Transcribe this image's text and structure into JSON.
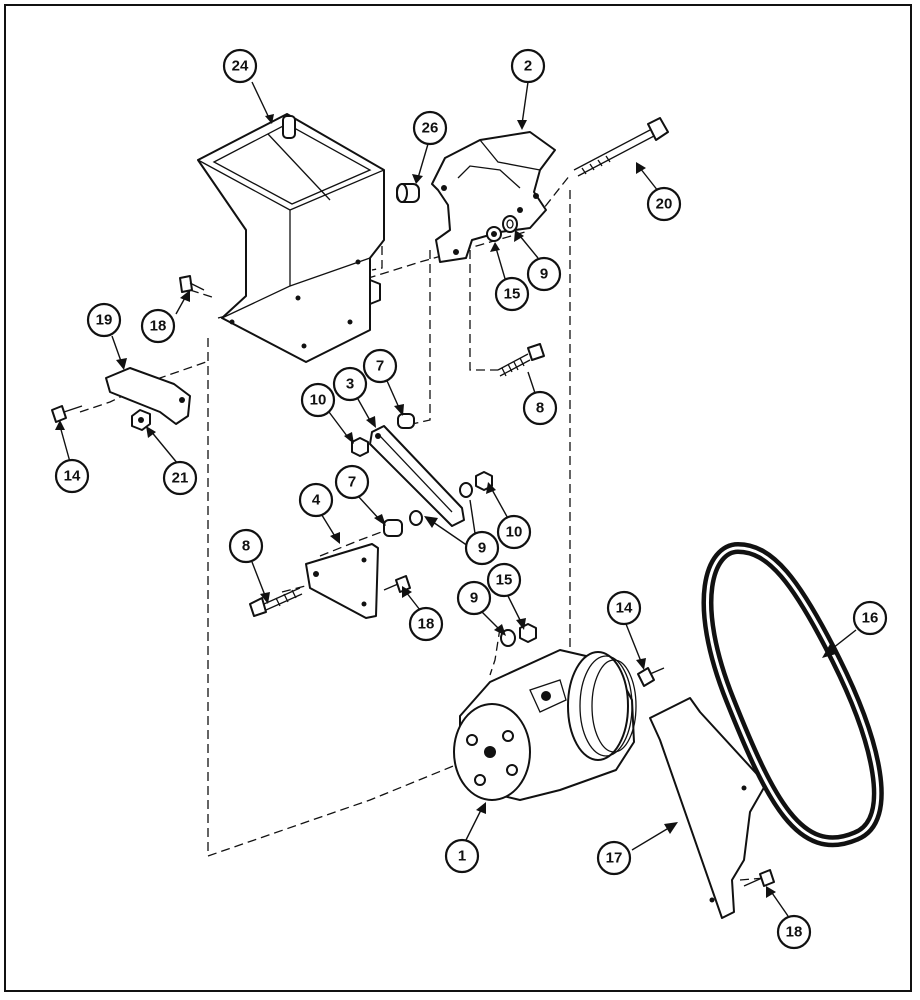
{
  "diagram": {
    "callouts": [
      {
        "id": "c24",
        "label": "24"
      },
      {
        "id": "c2",
        "label": "2"
      },
      {
        "id": "c26",
        "label": "26"
      },
      {
        "id": "c20",
        "label": "20"
      },
      {
        "id": "c15a",
        "label": "15"
      },
      {
        "id": "c9a",
        "label": "9"
      },
      {
        "id": "c18a",
        "label": "18"
      },
      {
        "id": "c19",
        "label": "19"
      },
      {
        "id": "c8a",
        "label": "8"
      },
      {
        "id": "c10a",
        "label": "10"
      },
      {
        "id": "c3",
        "label": "3"
      },
      {
        "id": "c7a",
        "label": "7"
      },
      {
        "id": "c14a",
        "label": "14"
      },
      {
        "id": "c21",
        "label": "21"
      },
      {
        "id": "c7b",
        "label": "7"
      },
      {
        "id": "c4",
        "label": "4"
      },
      {
        "id": "c10b",
        "label": "10"
      },
      {
        "id": "c9b",
        "label": "9"
      },
      {
        "id": "c8b",
        "label": "8"
      },
      {
        "id": "c18b",
        "label": "18"
      },
      {
        "id": "c9c",
        "label": "9"
      },
      {
        "id": "c15b",
        "label": "15"
      },
      {
        "id": "c14b",
        "label": "14"
      },
      {
        "id": "c16",
        "label": "16"
      },
      {
        "id": "c1",
        "label": "1"
      },
      {
        "id": "c17",
        "label": "17"
      },
      {
        "id": "c18c",
        "label": "18"
      }
    ]
  }
}
